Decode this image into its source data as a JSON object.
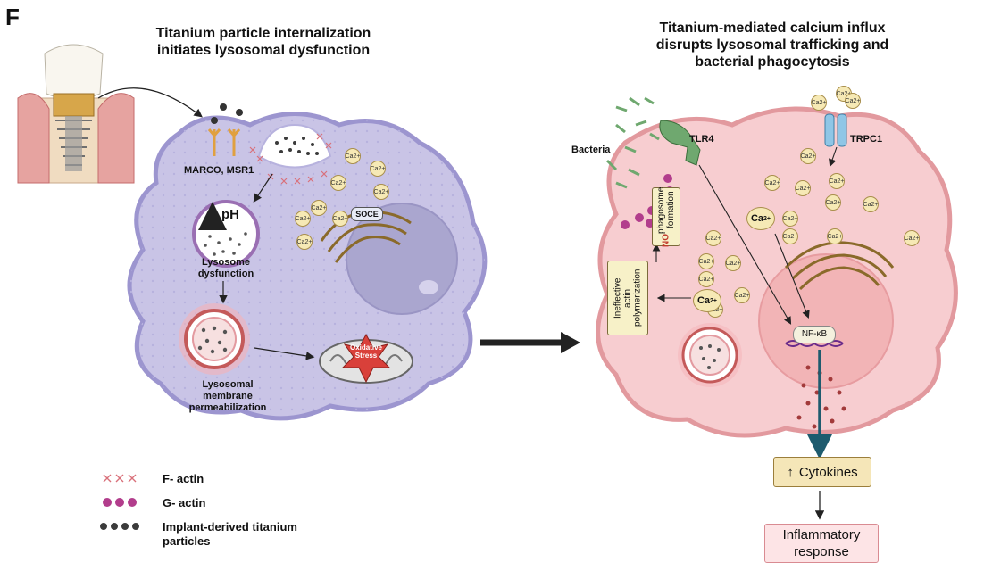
{
  "panel_letter": "F",
  "left_panel": {
    "title_line1": "Titanium particle internalization",
    "title_line2": "initiates lysosomal dysfunction",
    "receptors_label": "MARCO, MSR1",
    "ph_label": "pH",
    "lysosome_dysfunction_label": "Lysosome\ndysfunction",
    "lmp_label": "Lysosomal\nmembrane\npermeabilization",
    "oxidative_stress_label": "Oxidative\nStress",
    "soce_label": "SOCE",
    "ca_label": "Ca2+"
  },
  "right_panel": {
    "title_line1": "Titanium-mediated calcium influx",
    "title_line2": "disrupts lysosomal trafficking and",
    "title_line3": "bacterial phagocytosis",
    "bacteria_label": "Bacteria",
    "tlr4_label": "TLR4",
    "trpc1_label": "TRPC1",
    "no_phagosome_no": "NO",
    "no_phagosome_label": "phagosome\nformation",
    "ineffective_actin_label": "Ineffective\nactin\npolymerization",
    "ca_big_label": "Ca",
    "ca_big_sup": "2+",
    "nfkb_label": "NF-κB",
    "cytokines_label": "Cytokines",
    "inflammatory_label": "Inflammatory\nresponse"
  },
  "legend": {
    "f_actin": "F- actin",
    "g_actin": "G- actin",
    "titanium": "Implant-derived titanium\nparticles"
  },
  "colors": {
    "left_cell": "#c9c4e6",
    "left_cell_border": "#9c95cf",
    "right_cell": "#f7cdd0",
    "right_cell_border": "#e2999e",
    "nucleus_left": "#aaa6cf",
    "nucleus_right": "#f2b4b6",
    "arrow_teal": "#1e5b6e",
    "g_actin": "#b23d8c",
    "titanium": "#3b3b3b",
    "f_actin": "#d9707a"
  }
}
